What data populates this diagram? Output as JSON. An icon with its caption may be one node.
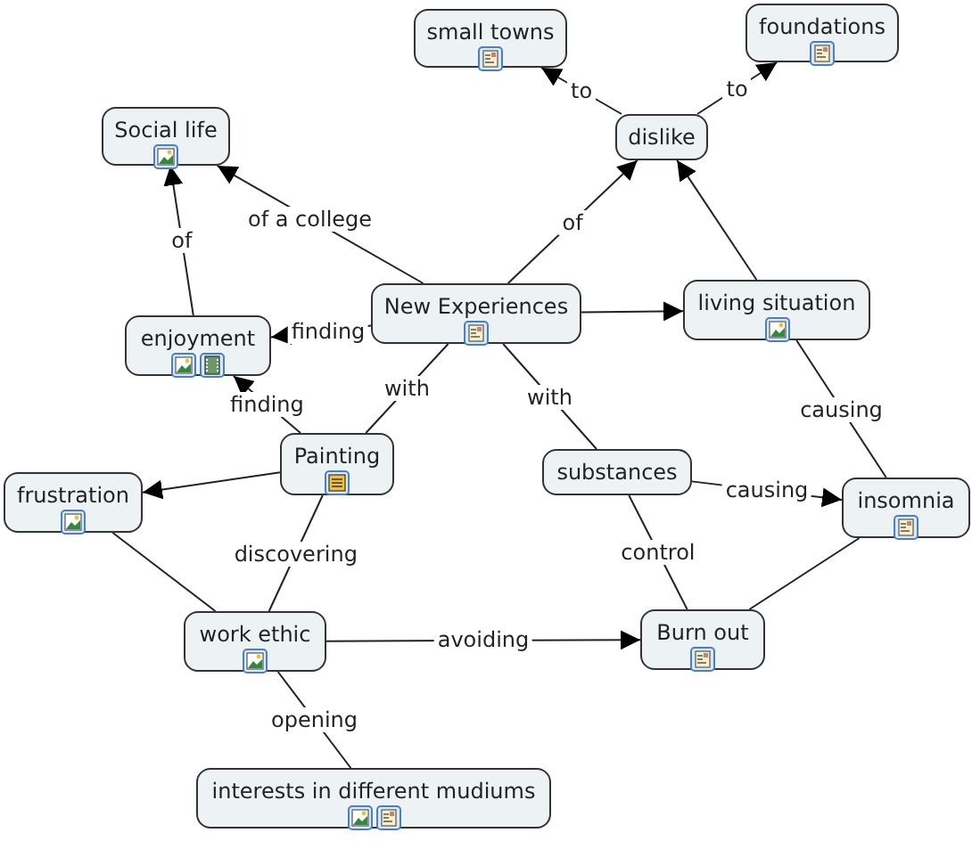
{
  "diagram": {
    "nodes": [
      {
        "text": [
          "small towns"
        ]
      },
      {
        "text": [
          "foundations"
        ]
      },
      {
        "text": [
          "Social life"
        ]
      },
      {
        "text": [
          "dislike"
        ]
      },
      {
        "text": [
          "New Experiences"
        ]
      },
      {
        "text": [
          "living situation"
        ]
      },
      {
        "text": [
          "enjoyment"
        ]
      },
      {
        "text": [
          "Painting"
        ]
      },
      {
        "text": [
          "frustration"
        ]
      },
      {
        "text": [
          "substances"
        ]
      },
      {
        "text": [
          "insomnia"
        ]
      },
      {
        "text": [
          "work ethic"
        ]
      },
      {
        "text": [
          "Burn out"
        ]
      },
      {
        "text": [
          "interests in different mudiums"
        ]
      }
    ],
    "edges": [
      {
        "from": 3,
        "to": 0,
        "arrow": "to",
        "label": "to"
      },
      {
        "from": 3,
        "to": 1,
        "arrow": "to",
        "label": "to"
      },
      {
        "from": 4,
        "to": 2,
        "arrow": "to",
        "label": "of a college"
      },
      {
        "from": 6,
        "to": 2,
        "arrow": "to",
        "label": "of"
      },
      {
        "from": 4,
        "to": 3,
        "arrow": "to",
        "label": "of"
      },
      {
        "from": 5,
        "to": 3,
        "arrow": "to"
      },
      {
        "from": 4,
        "to": 5,
        "arrow": "to"
      },
      {
        "from": 4,
        "to": 6,
        "arrow": "to",
        "label": "finding"
      },
      {
        "from": 7,
        "to": 6,
        "arrow": "to",
        "label": "finding"
      },
      {
        "from": 4,
        "to": 7,
        "arrow": "none",
        "label": "with"
      },
      {
        "from": 4,
        "to": 9,
        "arrow": "none",
        "label": "with"
      },
      {
        "from": 5,
        "to": 10,
        "arrow": "none",
        "label": "causing"
      },
      {
        "from": 7,
        "to": 8,
        "arrow": "to"
      },
      {
        "from": 7,
        "to": 11,
        "arrow": "none",
        "label": "discovering"
      },
      {
        "from": 8,
        "to": 11,
        "arrow": "none"
      },
      {
        "from": 9,
        "to": 10,
        "arrow": "to",
        "label": "causing"
      },
      {
        "from": 9,
        "to": 12,
        "arrow": "none",
        "label": "control"
      },
      {
        "from": 10,
        "to": 12,
        "arrow": "none"
      },
      {
        "from": 11,
        "to": 12,
        "arrow": "to",
        "label": "avoiding"
      },
      {
        "from": 11,
        "to": 13,
        "arrow": "none",
        "label": "opening"
      }
    ]
  }
}
